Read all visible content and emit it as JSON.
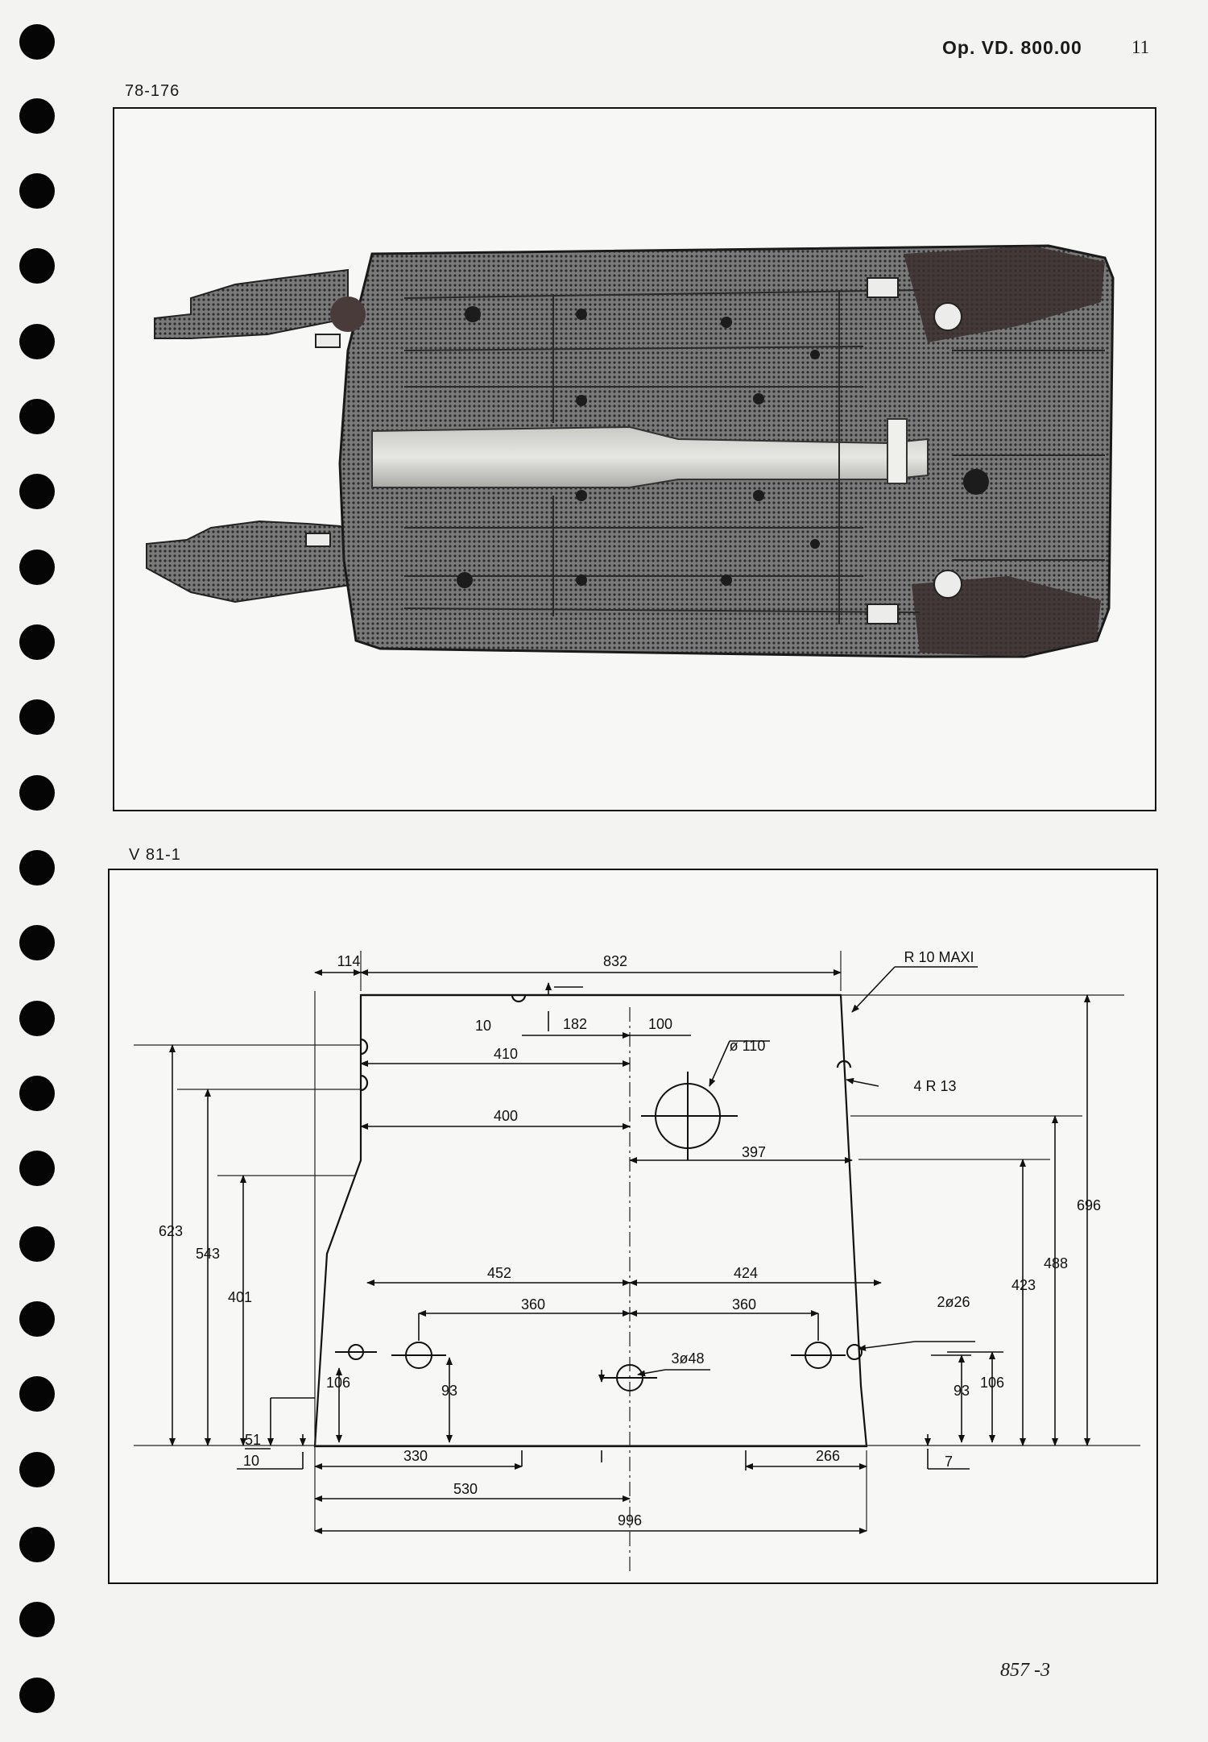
{
  "header": {
    "reference": "Op. VD. 800.00",
    "page_number": "11"
  },
  "figure_photo": {
    "ref": "78-176"
  },
  "figure_drawing": {
    "ref": "V 81-1",
    "labels": {
      "d114": "114",
      "d832": "832",
      "radius_max": "R 10 MAXI",
      "d10": "10",
      "d182": "182",
      "d100": "100",
      "d410": "410",
      "dia110": "ø 110",
      "r4r13": "4 R 13",
      "d400": "400",
      "d397": "397",
      "d696": "696",
      "d623": "623",
      "d543": "543",
      "d401": "401",
      "d452": "452",
      "d424": "424",
      "d488": "488",
      "d423": "423",
      "d360a": "360",
      "d360b": "360",
      "dia226": "2ø26",
      "dia348": "3ø48",
      "d106a": "106",
      "d93a": "93",
      "d93b": "93",
      "d106b": "106",
      "d51": "51",
      "d10b": "10",
      "d330": "330",
      "d266": "266",
      "d7": "7",
      "d530": "530",
      "d996": "996"
    }
  },
  "footer": {
    "code": "857 -3"
  }
}
